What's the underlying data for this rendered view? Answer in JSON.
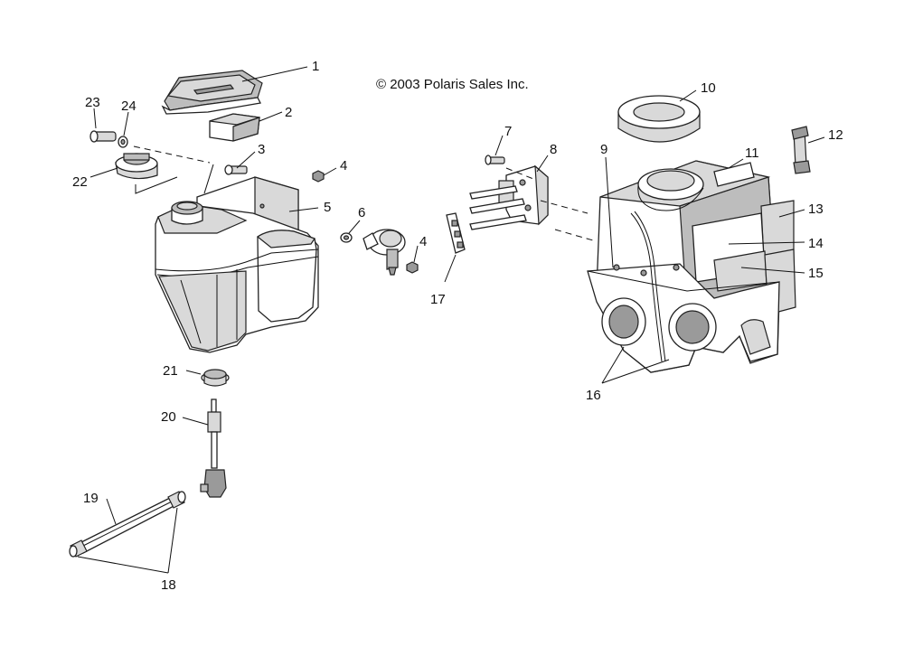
{
  "copyright": "© 2003 Polaris Sales Inc.",
  "callouts": [
    "1",
    "2",
    "3",
    "4",
    "5",
    "6",
    "4",
    "7",
    "8",
    "9",
    "10",
    "11",
    "12",
    "13",
    "14",
    "15",
    "16",
    "17",
    "18",
    "19",
    "20",
    "21",
    "22",
    "23",
    "24"
  ]
}
